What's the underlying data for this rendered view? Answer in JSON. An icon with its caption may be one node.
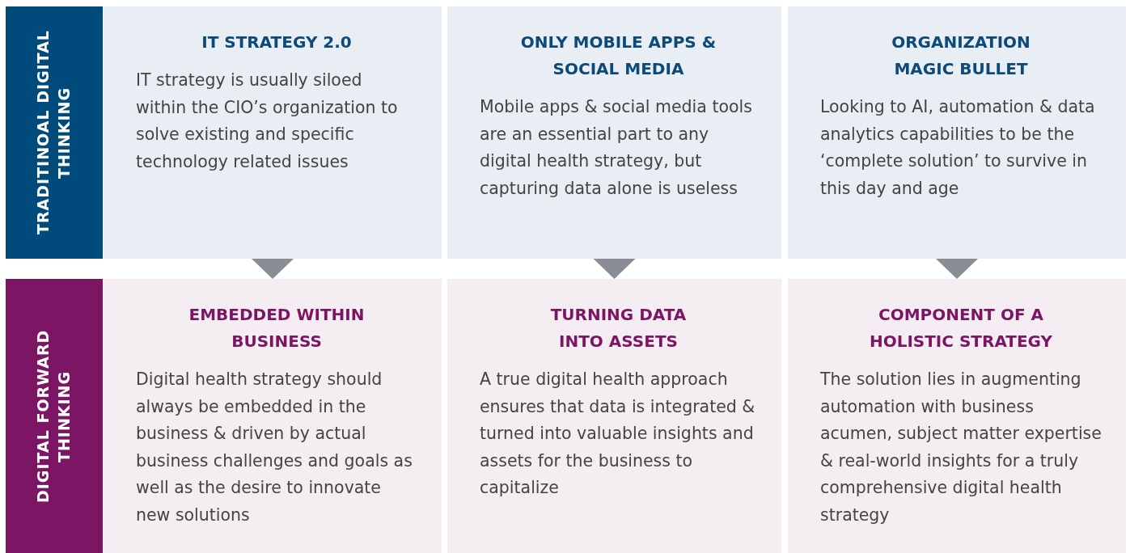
{
  "diagram": {
    "nodes": [
      {
        "text": [
          "TRADITINOAL DIGITAL THINKING"
        ]
      },
      {
        "text": [
          "IT STRATEGY 2.0",
          "IT strategy is usually siloed within the CIO’s organization to solve existing and specific technology related issues"
        ]
      },
      {
        "text": [
          "ONLY MOBILE APPS & SOCIAL MEDIA",
          "Mobile apps & social media tools are an essential part to any digital health strategy, but capturing data alone is useless"
        ]
      },
      {
        "text": [
          "ORGANIZATION MAGIC BULLET",
          "Looking to AI, automation & data analytics capabilities to be the ‘complete solution’ to survive in this day and age"
        ]
      },
      {
        "text": [
          "DIGITAL FORWARD THINKING"
        ]
      },
      {
        "text": [
          "EMBEDDED WITHIN BUSINESS",
          "Digital health strategy should always be embedded in the business & driven by actual business challenges and goals as well as the desire to innovate new solutions"
        ]
      },
      {
        "text": [
          "TURNING DATA INTO ASSETS",
          "A true digital health approach ensures that data is integrated & turned into valuable insights and assets for the business to capitalize"
        ]
      },
      {
        "text": [
          "COMPONENT OF A HOLISTIC STRATEGY",
          "The solution lies in augmenting automation with business acumen, subject matter expertise & real-world insights for a truly comprehensive digital health strategy"
        ]
      }
    ],
    "edges": [
      {
        "from": 1,
        "to": 5,
        "arrow": "to"
      },
      {
        "from": 2,
        "to": 6,
        "arrow": "to"
      },
      {
        "from": 3,
        "to": 7,
        "arrow": "to"
      }
    ]
  }
}
